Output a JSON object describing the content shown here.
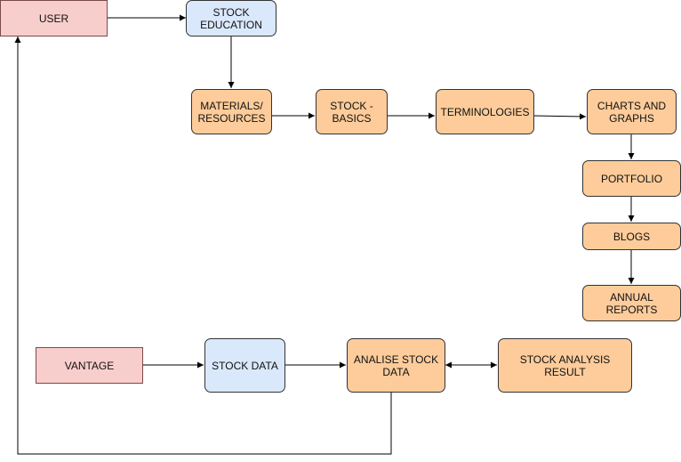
{
  "nodes": {
    "user": "USER",
    "stock_education": "STOCK\nEDUCATION",
    "materials": "MATERIALS/\nRESOURCES",
    "stock_basics": "STOCK -\nBASICS",
    "terminologies": "TERMINOLOGIES",
    "charts_graphs": "CHARTS AND\nGRAPHS",
    "portfolio": "PORTFOLIO",
    "blogs": "BLOGS",
    "annual_reports": "ANNUAL\nREPORTS",
    "vantage": "VANTAGE",
    "stock_data": "STOCK DATA",
    "analise_stock_data": "ANALISE STOCK\nDATA",
    "stock_analysis_result": "STOCK ANALYSIS\nRESULT"
  },
  "colors": {
    "actor_fill": "#f8cecc",
    "blue_fill": "#dae8fc",
    "orange_fill": "#fdcc9a",
    "edge": "#000000"
  }
}
